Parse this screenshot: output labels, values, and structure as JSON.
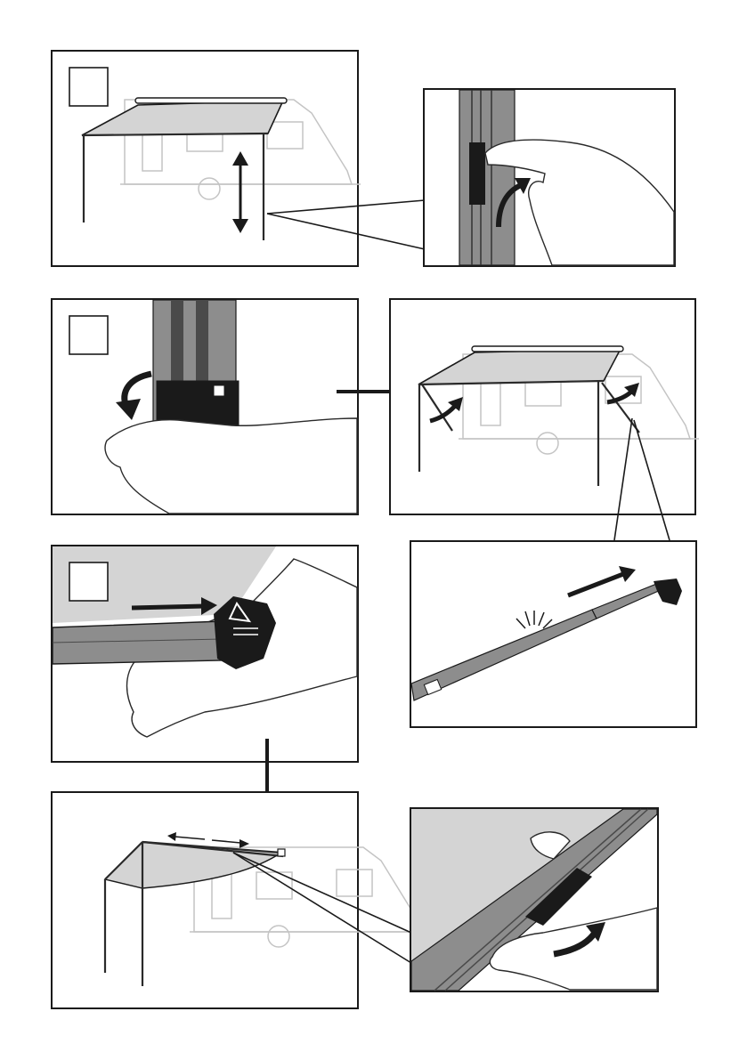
{
  "colors": {
    "canopy": "#d4d4d4",
    "rail": "#8d8d8d",
    "rail_dark": "#4a4a4a",
    "black": "#1a1a1a",
    "ghost": "#c4c4c4",
    "background": "#ffffff"
  },
  "panels": [
    {
      "name": "panel-awning-pole-height",
      "has_step_box": true
    },
    {
      "name": "panel-pole-clip-detail",
      "has_step_box": false
    },
    {
      "name": "panel-pole-foot-release",
      "has_step_box": true
    },
    {
      "name": "panel-awning-tilted-legs",
      "has_step_box": false
    },
    {
      "name": "panel-tension-rafter",
      "has_step_box": true
    },
    {
      "name": "panel-rafter-extension",
      "has_step_box": false
    },
    {
      "name": "panel-awning-full-setup",
      "has_step_box": false
    },
    {
      "name": "panel-rail-lock-detail",
      "has_step_box": false
    }
  ],
  "icons": [
    "up-down-arrow-icon",
    "curved-arrow-icon",
    "right-arrow-icon",
    "down-arrow-icon",
    "click-burst-icon",
    "double-arrow-icon",
    "hand-icon"
  ]
}
